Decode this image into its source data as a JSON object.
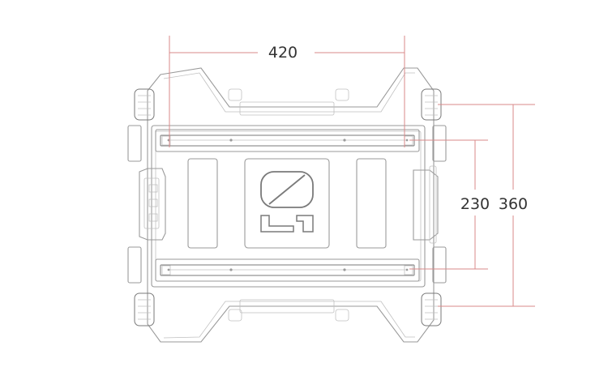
{
  "dimensions": {
    "width_label": "420",
    "inner_height_label": "230",
    "outer_height_label": "360"
  },
  "colors": {
    "dimension_line": "#d98a8a",
    "outline": "#9a9a9a",
    "text": "#333333",
    "background": "#ffffff"
  }
}
